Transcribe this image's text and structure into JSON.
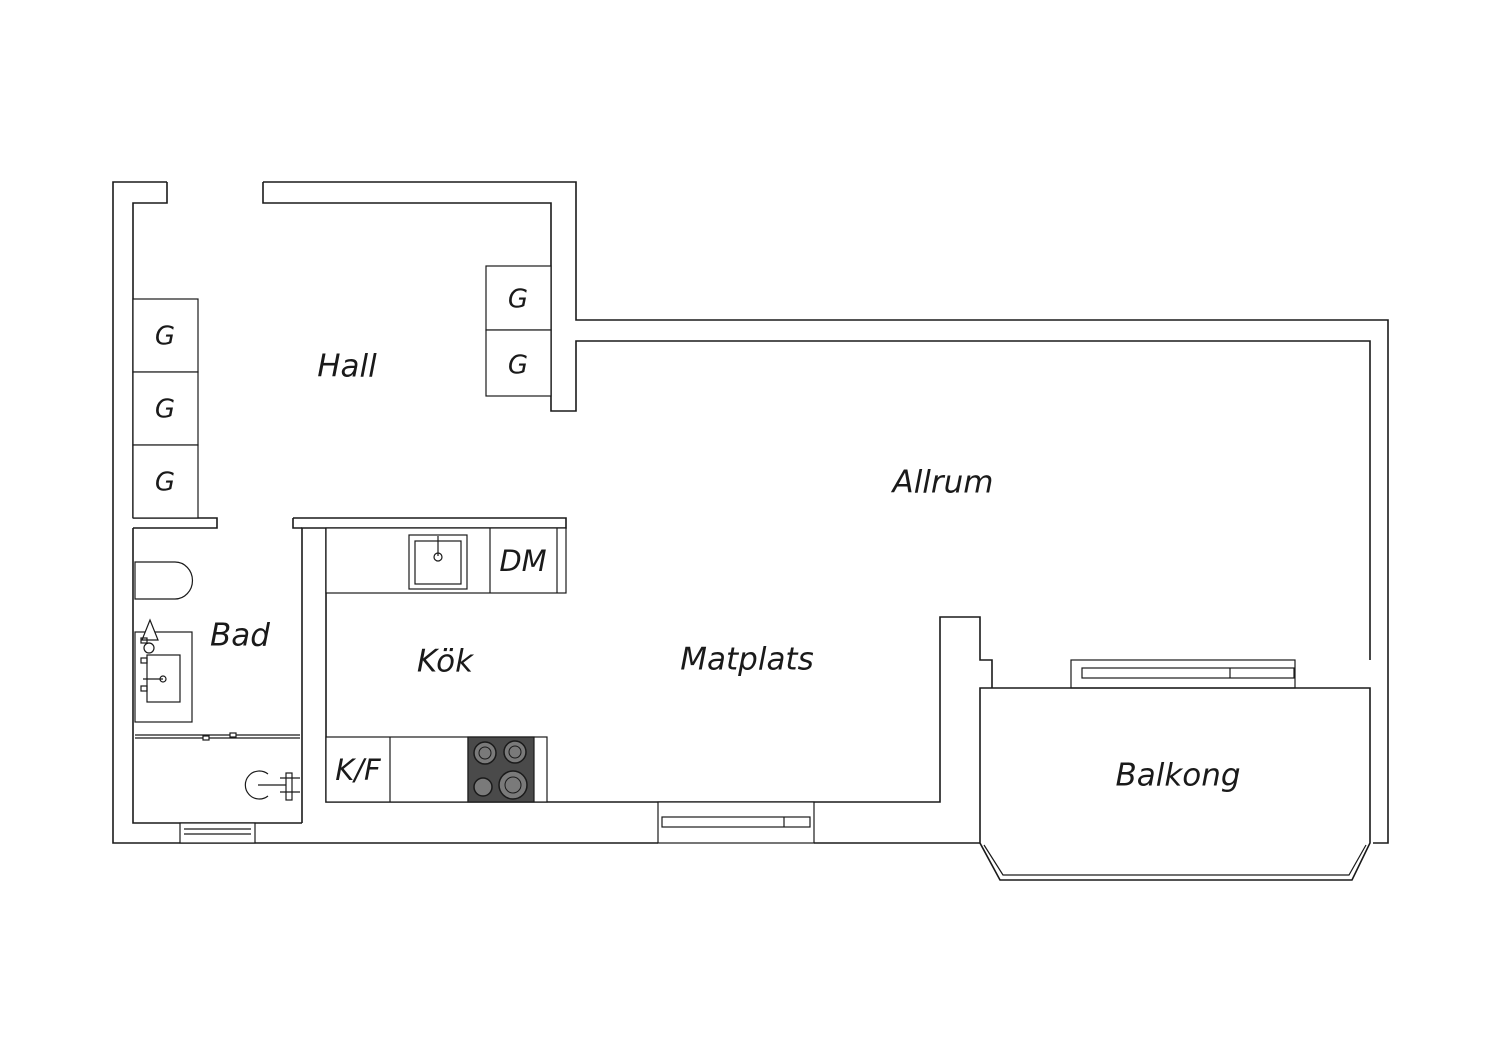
{
  "rooms": {
    "hall": "Hall",
    "allrum": "Allrum",
    "bad": "Bad",
    "kok": "Kök",
    "matplats": "Matplats",
    "balkong": "Balkong"
  },
  "fixtures": {
    "wardrobe": "G",
    "dishwasher": "DM",
    "fridge_freezer": "K/F"
  }
}
